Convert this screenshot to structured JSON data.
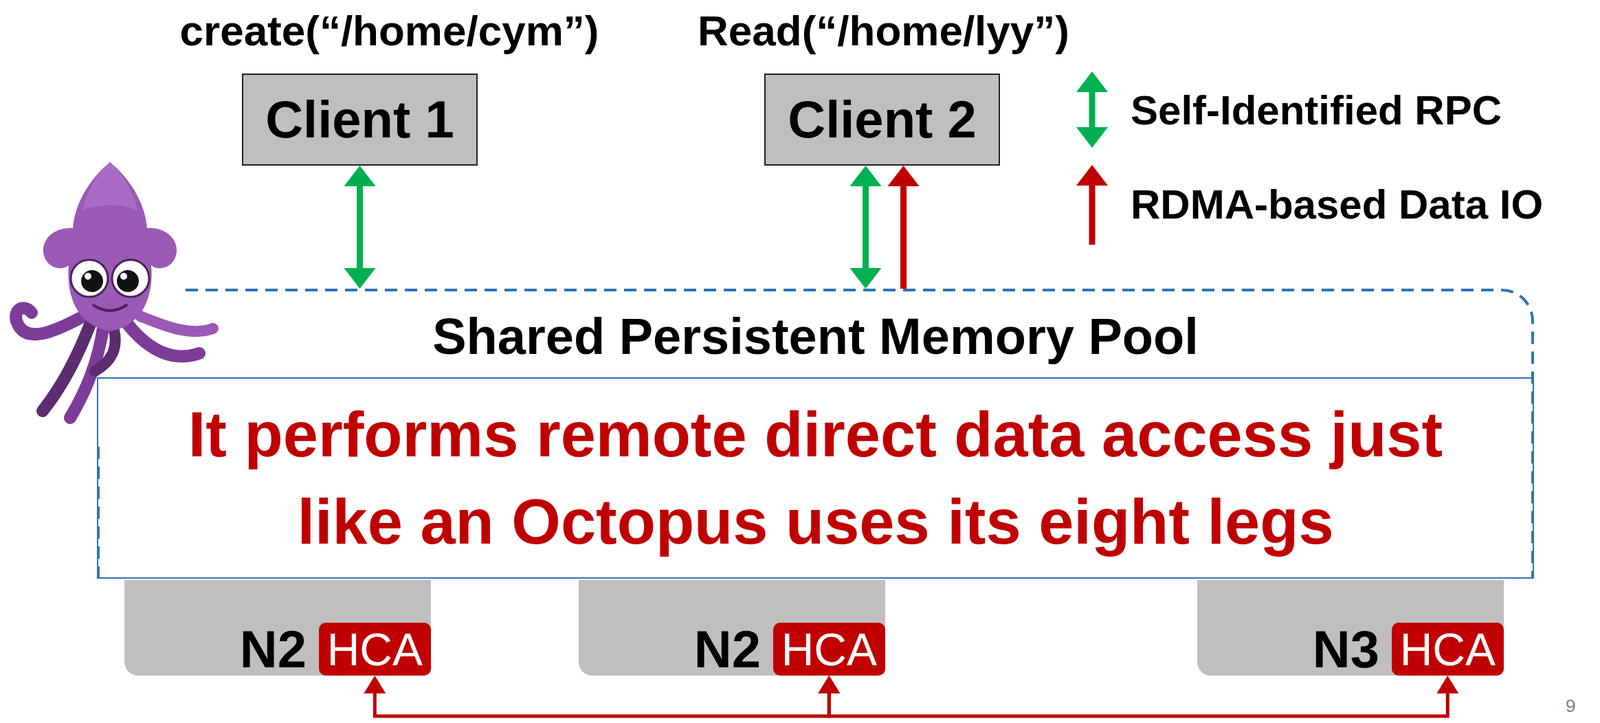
{
  "diagram": {
    "nodes": [
      {
        "text": [
          "create(“/home/cym”)",
          "Client 1"
        ]
      },
      {
        "text": [
          "Read(“/home/lyy”)",
          "Client 2"
        ]
      },
      {
        "text": [
          "Shared Persistent Memory Pool"
        ]
      },
      {
        "text": [
          "It performs remote direct data access just like an Octopus uses its eight legs"
        ],
        "in": 2
      },
      {
        "text": [
          "N2"
        ]
      },
      {
        "text": [
          "HCA"
        ],
        "in": 4
      },
      {
        "text": [
          "N2"
        ]
      },
      {
        "text": [
          "HCA"
        ],
        "in": 6
      },
      {
        "text": [
          "N3"
        ]
      },
      {
        "text": [
          "HCA"
        ],
        "in": 8
      }
    ],
    "edges": [
      {
        "from": 0,
        "to": 2,
        "arrow": "both"
      },
      {
        "from": 1,
        "to": 2,
        "arrow": "both"
      },
      {
        "from": 2,
        "to": 1,
        "arrow": "to"
      },
      {
        "from": 5,
        "to": 7,
        "arrow": "both"
      },
      {
        "from": 7,
        "to": 9,
        "arrow": "both"
      }
    ],
    "labels": [
      "9"
    ],
    "legend": [
      {
        "text": "Self-Identified RPC"
      },
      {
        "text": "RDMA-based Data IO"
      }
    ]
  }
}
